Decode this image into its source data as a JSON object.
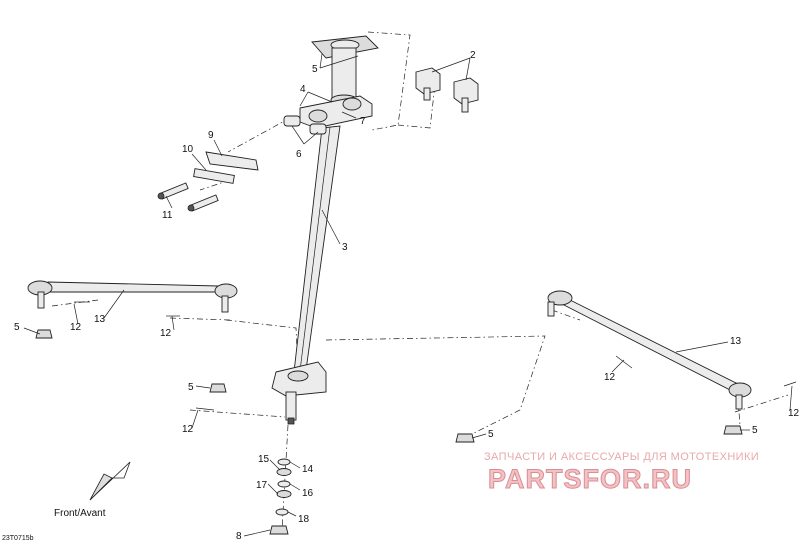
{
  "callouts": [
    "2",
    "3",
    "4",
    "5",
    "6",
    "7",
    "8",
    "9",
    "10",
    "11",
    "12",
    "13",
    "14",
    "15",
    "16",
    "17",
    "18"
  ],
  "direction_label": "Front/Avant",
  "drawing_code": "23T0715b",
  "watermark": {
    "tagline": "ЗАПЧАСТИ И АКСЕССУАРЫ ДЛЯ МОТОТЕХНИКИ",
    "logo": "PARTSFOR.RU"
  }
}
